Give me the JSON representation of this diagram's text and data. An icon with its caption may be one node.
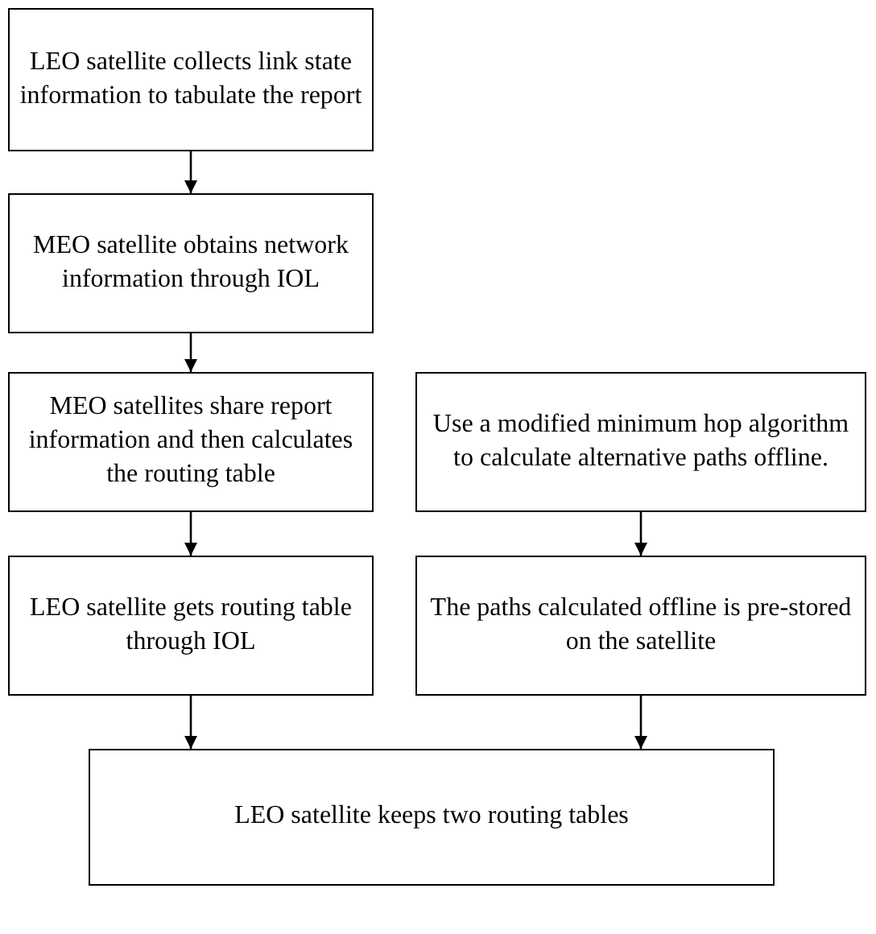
{
  "diagram": {
    "nodes": [
      {
        "text": [
          "LEO satellite collects link state information to tabulate the report"
        ]
      },
      {
        "text": [
          "MEO satellite obtains network information through IOL"
        ]
      },
      {
        "text": [
          "MEO satellites share report information and then calculates the routing table"
        ]
      },
      {
        "text": [
          "Use a modified minimum hop algorithm to calculate alternative paths offline."
        ]
      },
      {
        "text": [
          "LEO satellite gets routing table through IOL"
        ]
      },
      {
        "text": [
          "The paths calculated offline is pre-stored on the satellite"
        ]
      },
      {
        "text": [
          "LEO satellite keeps two routing tables"
        ]
      }
    ],
    "edges": [
      {
        "from": 0,
        "to": 1,
        "arrow": "to"
      },
      {
        "from": 1,
        "to": 2,
        "arrow": "to"
      },
      {
        "from": 2,
        "to": 4,
        "arrow": "to"
      },
      {
        "from": 3,
        "to": 5,
        "arrow": "to"
      },
      {
        "from": 4,
        "to": 6,
        "arrow": "to"
      },
      {
        "from": 5,
        "to": 6,
        "arrow": "to"
      }
    ]
  }
}
